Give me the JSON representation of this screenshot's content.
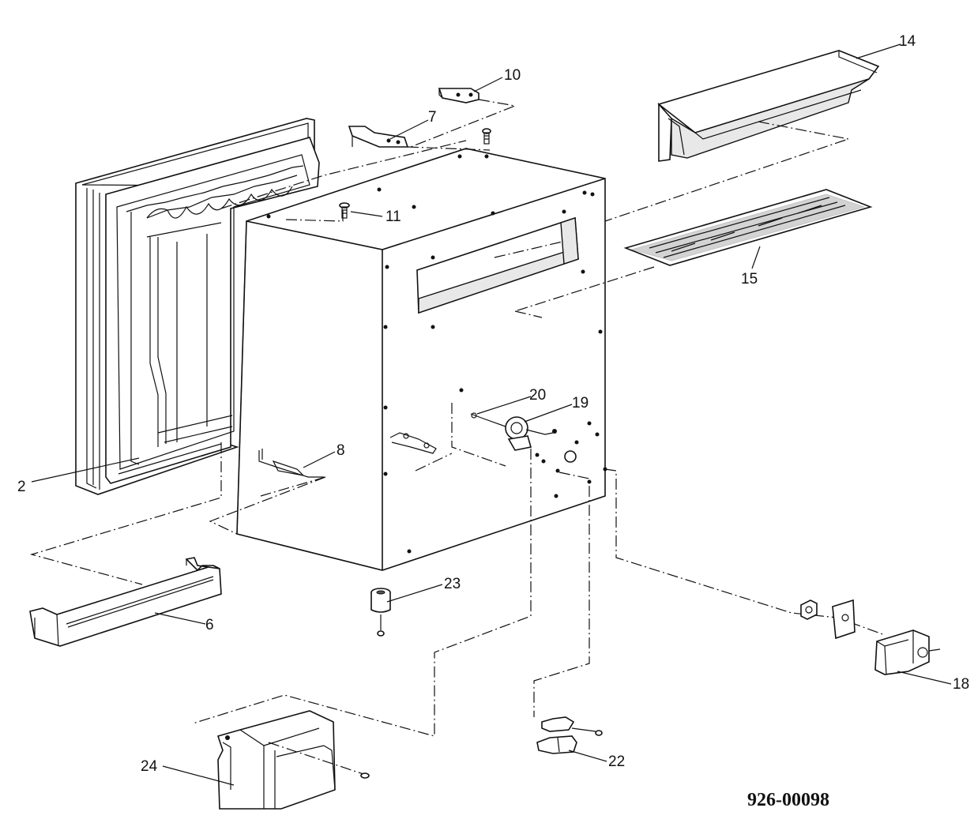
{
  "diagram": {
    "document_number": "926-00098",
    "callouts": [
      {
        "id": "2",
        "label": "2"
      },
      {
        "id": "6",
        "label": "6"
      },
      {
        "id": "7",
        "label": "7"
      },
      {
        "id": "8",
        "label": "8"
      },
      {
        "id": "10",
        "label": "10"
      },
      {
        "id": "11",
        "label": "11"
      },
      {
        "id": "14",
        "label": "14"
      },
      {
        "id": "15",
        "label": "15"
      },
      {
        "id": "18",
        "label": "18"
      },
      {
        "id": "19",
        "label": "19"
      },
      {
        "id": "20",
        "label": "20"
      },
      {
        "id": "22",
        "label": "22"
      },
      {
        "id": "23",
        "label": "23"
      },
      {
        "id": "24",
        "label": "24"
      }
    ]
  }
}
